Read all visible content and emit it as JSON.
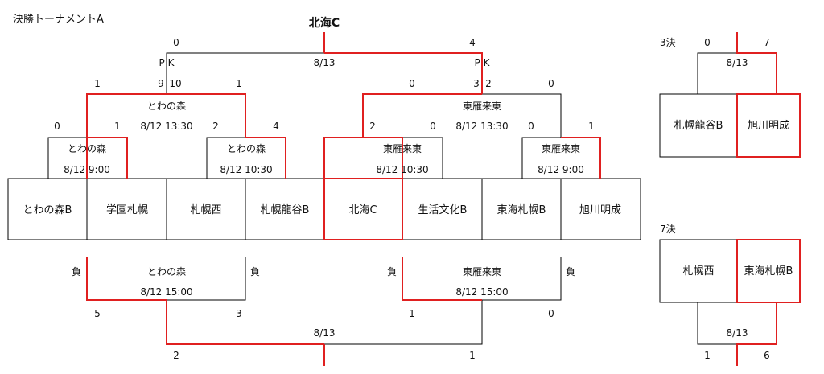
{
  "title": "決勝トーナメントA",
  "champion": "北海C",
  "colors": {
    "line": "#000000",
    "winner": "#e02020",
    "background": "#ffffff"
  },
  "teams": [
    "とわの森B",
    "学園札幌",
    "札幌西",
    "札幌龍谷B",
    "北海C",
    "生活文化B",
    "東海札幌B",
    "旭川明成"
  ],
  "round1": [
    {
      "venue": "とわの森",
      "datetime": "8/12 9:00",
      "score_left": "0",
      "score_right": "1"
    },
    {
      "venue": "とわの森",
      "datetime": "8/12 10:30",
      "score_left": "2",
      "score_right": "4"
    },
    {
      "venue": "東雁来東",
      "datetime": "8/12 10:30",
      "score_left": "2",
      "score_right": "0"
    },
    {
      "venue": "東雁来東",
      "datetime": "8/12 9:00",
      "score_left": "0",
      "score_right": "1"
    }
  ],
  "semifinals": [
    {
      "venue": "とわの森",
      "datetime": "8/12 13:30",
      "score_left": "1",
      "pk_left": "9",
      "pk_right": "10",
      "score_right": "1"
    },
    {
      "venue": "東雁来東",
      "datetime": "8/12 13:30",
      "score_left": "0",
      "pk_left": "3",
      "pk_right": "2",
      "score_right": "0"
    }
  ],
  "final": {
    "date": "8/13",
    "score_left": "0",
    "score_right": "4",
    "pk_label": "P K"
  },
  "losers_round": {
    "loss_label": "負",
    "matches": [
      {
        "venue": "とわの森",
        "datetime": "8/12 15:00",
        "score_left": "5",
        "score_right": "3"
      },
      {
        "venue": "東雁来東",
        "datetime": "8/12 15:00",
        "score_left": "1",
        "score_right": "0"
      }
    ],
    "decider": {
      "date": "8/13",
      "score_left": "2",
      "score_right": "1"
    }
  },
  "third_place": {
    "label": "3決",
    "date": "8/13",
    "team_left": "札幌龍谷B",
    "team_right": "旭川明成",
    "score_left": "0",
    "score_right": "7"
  },
  "seventh_place": {
    "label": "7決",
    "date": "8/13",
    "team_left": "札幌西",
    "team_right": "東海札幌B",
    "score_left": "1",
    "score_right": "6"
  }
}
